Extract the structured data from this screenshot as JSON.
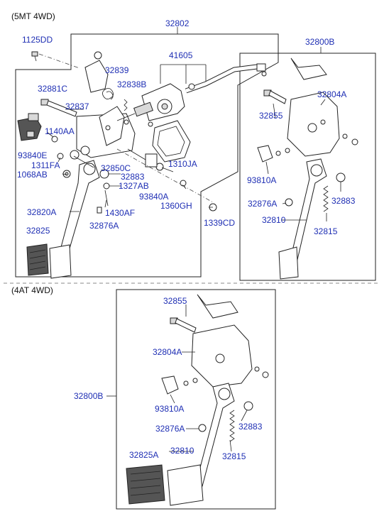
{
  "sections": {
    "mt": "(5MT 4WD)",
    "at": "(4AT 4WD)"
  },
  "labels": {
    "l32802": "32802",
    "l1125DD": "1125DD",
    "l41605": "41605",
    "l32800B_top": "32800B",
    "l32839": "32839",
    "l32838B": "32838B",
    "l32881C": "32881C",
    "l32837": "32837",
    "l32804A_top": "32804A",
    "l32855_top": "32855",
    "l1140AA": "1140AA",
    "l93840E": "93840E",
    "l1311FA": "1311FA",
    "l1068AB": "1068AB",
    "l32850C": "32850C",
    "l32883_left": "32883",
    "l1327AB": "1327AB",
    "l1310JA": "1310JA",
    "l93840A": "93840A",
    "l1360GH": "1360GH",
    "l93810A_top": "93810A",
    "l32876A_right": "32876A",
    "l32883_right": "32883",
    "l32820A": "32820A",
    "l1430AF": "1430AF",
    "l32876A_left": "32876A",
    "l1339CD": "1339CD",
    "l32810_top": "32810",
    "l32815_top": "32815",
    "l32825": "32825",
    "l32855_bot": "32855",
    "l32804A_bot": "32804A",
    "l32800B_bot": "32800B",
    "l93810A_bot": "93810A",
    "l32876A_bot": "32876A",
    "l32883_bot": "32883",
    "l32825A": "32825A",
    "l32810_bot": "32810",
    "l32815_bot": "32815"
  }
}
